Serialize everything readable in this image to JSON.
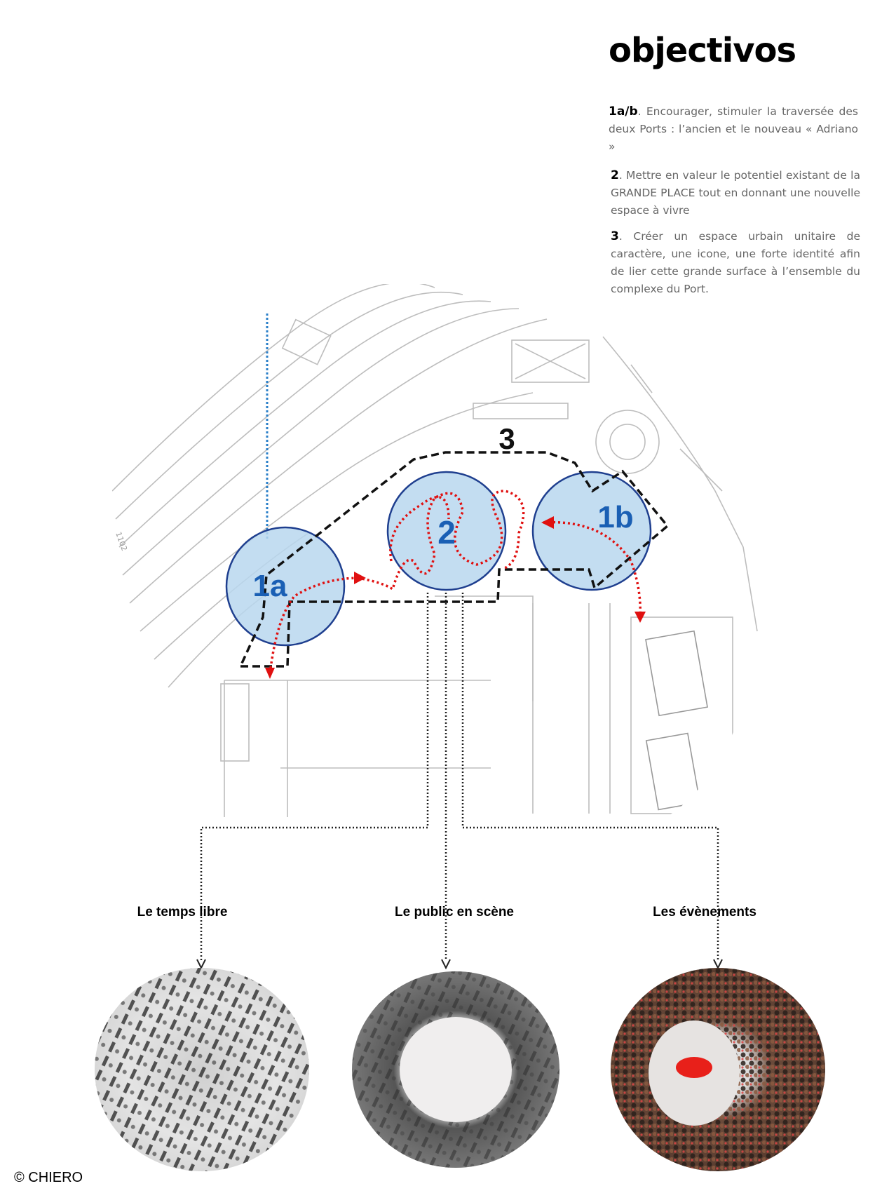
{
  "title": "objectivos",
  "objectives": [
    {
      "num": "1a/b",
      "text": ". Encourager, stimuler la traversée des deux Ports : l’ancien et le nouveau « Adriano »"
    },
    {
      "num": "2",
      "text": ". Mettre en valeur le potentiel existant de la GRANDE PLACE tout en donnant une nouvelle espace à vivre"
    },
    {
      "num": "3",
      "text": ". Créer un espace urbain unitaire de caractère, une icone, une forte identité afin de lier cette grande surface à l’ensemble du complexe du Port."
    }
  ],
  "map": {
    "zone_label": "3",
    "circles": [
      {
        "label": "1a"
      },
      {
        "label": "2"
      },
      {
        "label": "1b"
      }
    ],
    "contour_label": "1102",
    "colors": {
      "circle_fill": "#b9d7ef",
      "circle_stroke": "#1f3f8f",
      "label": "#1a5fb4",
      "path": "#e01010",
      "zone": "#111111",
      "axis": "#2a7fc9"
    }
  },
  "captions": [
    "Le temps libre",
    "Le public en scène",
    "Les évènements"
  ],
  "credit": "© CHIERO"
}
